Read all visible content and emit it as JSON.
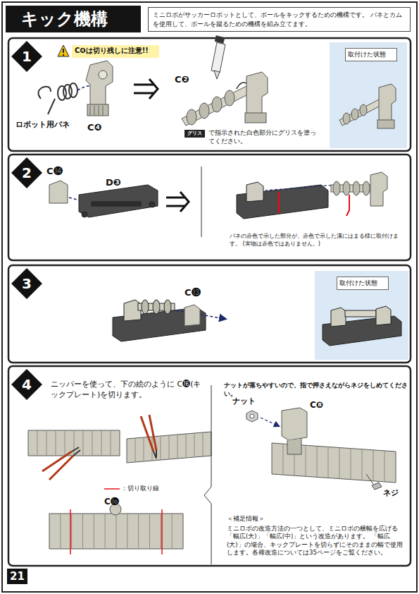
{
  "diagram": {
    "title": "キック機構",
    "nodes": [
      {
        "text": [
          "ミニロボがサッカーロボットとして、ボールをキックするための機構です。 バネとカムを使用して、ボールを蹴るための機構を組み立てます。"
        ]
      },
      {
        "text": [
          "1"
        ]
      },
      {
        "text": [
          "C❹は切り残しに注意!!"
        ]
      },
      {
        "text": [
          "取付けた状態"
        ]
      },
      {
        "text": [
          "2"
        ]
      },
      {
        "text": [
          "3"
        ]
      },
      {
        "text": [
          "取付けた状態"
        ]
      },
      {
        "text": [
          "4"
        ]
      }
    ],
    "labels": [
      "ロボット用バネ",
      "C❹",
      "C❷",
      "グリス",
      "で指示された白色部分にグリスを塗ってください。",
      "C⓮",
      "D❸",
      "バネの赤色で示した部分が、赤色で示した溝にはまる様に取付けます。 (実物は赤色ではありません。)",
      "C⓭",
      "ニッパーを使って、下の絵のように C⓰(キックプレート)を切ります。",
      "C⓰",
      "ナットが落ちやすいので、指で押さえながらネジをしめてください。",
      "ナット",
      "C❽",
      "ネジ",
      "＜補足情報＞",
      "ミニロボの改造方法の一つとして、ミニロボの横幅を広げる「幅広(大)」「幅広(中)」という改造があります。 「幅広(大)」の場合、キックプレートを切らずにそのままの幅で使用します。各種改造については35ページをご覧ください。",
      "21"
    ],
    "legend": [
      {
        "text": "：切り取り線"
      }
    ]
  }
}
